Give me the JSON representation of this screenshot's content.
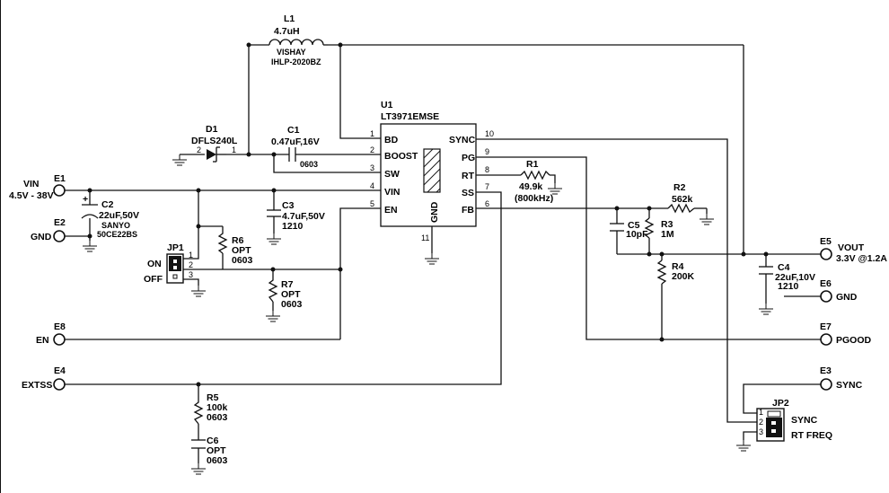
{
  "ic": {
    "ref": "U1",
    "part": "LT3971EMSE",
    "left_pins": [
      {
        "num": "1",
        "name": "BD"
      },
      {
        "num": "2",
        "name": "BOOST"
      },
      {
        "num": "3",
        "name": "SW"
      },
      {
        "num": "4",
        "name": "VIN"
      },
      {
        "num": "5",
        "name": "EN"
      }
    ],
    "right_pins": [
      {
        "num": "10",
        "name": "SYNC"
      },
      {
        "num": "9",
        "name": "PG"
      },
      {
        "num": "8",
        "name": "RT"
      },
      {
        "num": "7",
        "name": "SS"
      },
      {
        "num": "6",
        "name": "FB"
      }
    ],
    "gnd_label": "GND",
    "gnd_pin": "11"
  },
  "components": {
    "L1": {
      "ref": "L1",
      "value": "4.7uH",
      "mfr": "VISHAY",
      "part": "IHLP-2020BZ"
    },
    "D1": {
      "ref": "D1",
      "part": "DFLS240L",
      "pin_a": "2",
      "pin_k": "1"
    },
    "C1": {
      "ref": "C1",
      "value": "0.47uF,16V",
      "pkg": "0603"
    },
    "C2": {
      "ref": "C2",
      "value": "22uF,50V",
      "mfr": "SANYO",
      "part": "50CE22BS",
      "polarity": "+"
    },
    "C3": {
      "ref": "C3",
      "value": "4.7uF,50V",
      "pkg": "1210"
    },
    "R1": {
      "ref": "R1",
      "value": "49.9k",
      "note": "(800kHz)"
    },
    "R2": {
      "ref": "R2",
      "value": "562k"
    },
    "R3": {
      "ref": "R3",
      "value": "1M"
    },
    "R4": {
      "ref": "R4",
      "value": "200K"
    },
    "C5": {
      "ref": "C5",
      "value": "10pF"
    },
    "C4": {
      "ref": "C4",
      "value": "22uF,10V",
      "pkg": "1210"
    },
    "R6": {
      "ref": "R6",
      "value": "OPT",
      "pkg": "0603"
    },
    "R7": {
      "ref": "R7",
      "value": "OPT",
      "pkg": "0603"
    },
    "R5": {
      "ref": "R5",
      "value": "100k",
      "pkg": "0603"
    },
    "C6": {
      "ref": "C6",
      "value": "OPT",
      "pkg": "0603"
    },
    "JP1": {
      "ref": "JP1",
      "on": "ON",
      "off": "OFF",
      "pins": [
        "1",
        "2",
        "3"
      ]
    },
    "JP2": {
      "ref": "JP2",
      "sync": "SYNC",
      "rtfreq": "RT FREQ",
      "pins": [
        "1",
        "2",
        "3"
      ]
    }
  },
  "terminals": [
    {
      "id": "E1",
      "label": "VIN",
      "sub": "4.5V - 38V"
    },
    {
      "id": "E2",
      "label": "GND"
    },
    {
      "id": "E8",
      "label": "EN"
    },
    {
      "id": "E4",
      "label": "EXTSS"
    },
    {
      "id": "E5",
      "label": "VOUT",
      "sub": "3.3V @1.2A"
    },
    {
      "id": "E6",
      "label": "GND"
    },
    {
      "id": "E7",
      "label": "PGOOD"
    },
    {
      "id": "E3",
      "label": "SYNC"
    }
  ]
}
